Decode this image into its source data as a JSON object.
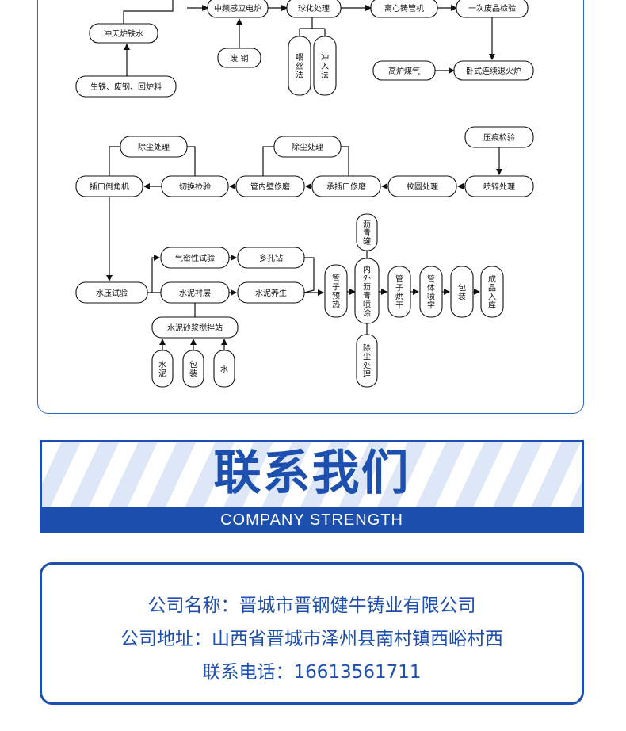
{
  "flow": {
    "nodes": {
      "cupola": "冲天炉铁水",
      "raw_material": "生铁、废钢、回炉料",
      "mid_freq_furnace": "中频感应电炉",
      "scrap_steel": "废 钢",
      "spheroidize": "球化处理",
      "wire_feed": "喂丝法",
      "pour_method": "冲入法",
      "centrifugal": "离心铸管机",
      "first_inspect": "一次废品检验",
      "blast_gas": "高炉煤气",
      "anneal_furnace": "卧式连续退火炉",
      "press_inspect": "压痕检验",
      "zinc_spray": "喷锌处理",
      "round_correct": "校圆处理",
      "socket_grind": "承插口修磨",
      "dust_1": "除尘处理",
      "inner_wall_grind": "管内壁修磨",
      "dust_2": "除尘处理",
      "cut_inspect": "切换检验",
      "chamfer": "插口倒角机",
      "hydro_test": "水压试验",
      "air_tight": "气密性试验",
      "multi_drill": "多孔钻",
      "cement_lining": "水泥衬层",
      "cement_cure": "水泥养生",
      "mortar_station": "水泥砂浆搅拌站",
      "cement": "水泥",
      "bag": "包装",
      "water": "水",
      "preheat": "管子预热",
      "asphalt_tank": "沥青罐",
      "asphalt_coat": "内外沥青喷涂",
      "dust_3": "除尘处理",
      "dry": "管子烘干",
      "spray_mark": "管体喷字",
      "pack": "包装",
      "warehouse": "成品入库"
    }
  },
  "banner": {
    "title": "联系我们",
    "subtitle": "COMPANY STRENGTH"
  },
  "contact": {
    "company": "公司名称：晋城市晋钢健牛铸业有限公司",
    "address": "公司地址：山西省晋城市泽州县南村镇西峪村西",
    "phone": "联系电话：16613561711"
  },
  "colors": {
    "brand_blue": "#1d4fae",
    "stripe_light": "#dde7f7"
  }
}
